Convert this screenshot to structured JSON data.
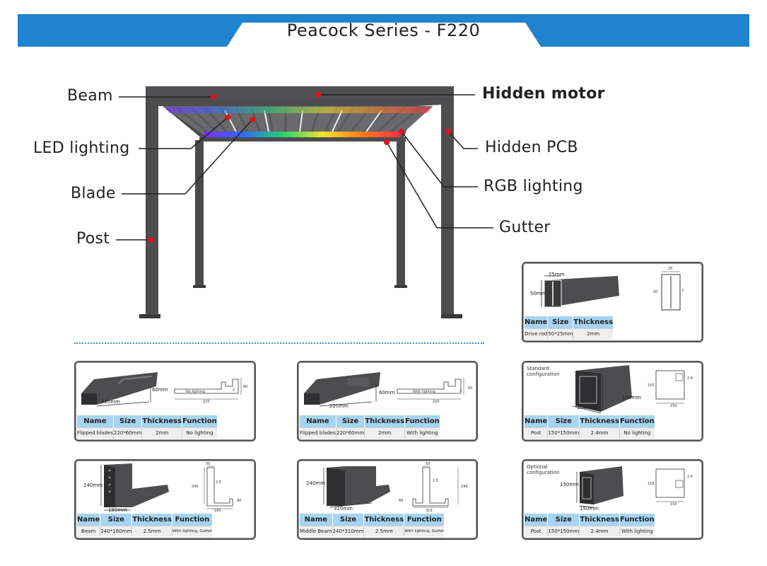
{
  "title": "Peacock Series - F220",
  "colors": {
    "banner": "#1f83cf",
    "frame": "#4d4d4f",
    "marker": "#e0121b",
    "header_fill": "#a7d4f1",
    "divider": "#2f8fd6"
  },
  "callouts": {
    "beam": "Beam",
    "led": "LED lighting",
    "blade": "Blade",
    "post": "Post",
    "motor": "Hidden motor",
    "pcb": "Hidden PCB",
    "rgb": "RGB lighting",
    "gutter": "Gutter"
  },
  "table_headers": {
    "name": "Name",
    "size": "Size",
    "thickness": "Thickness",
    "function": "Function"
  },
  "cards": {
    "drive_rod": {
      "name": "Drive rod",
      "size": "50*25mm",
      "thickness": "2mm",
      "dims": {
        "width": "25mm",
        "height": "50mm",
        "sec_top": "25",
        "sec_side": "50",
        "sec_thk": "2"
      }
    },
    "flipped_no": {
      "name": "Flipped blades",
      "size": "220*60mm",
      "thickness": "2mm",
      "function": "No lighting",
      "dims": {
        "width": "220mm",
        "height": "60mm",
        "sec_w": "220",
        "sec_h": "60",
        "sec_thk": "2",
        "sec_note": "No lighting"
      }
    },
    "flipped_with": {
      "name": "Flipped blades",
      "size": "220*60mm",
      "thickness": "2mm",
      "function": "With lighting",
      "dims": {
        "width": "220mm",
        "height": "60mm",
        "sec_w": "220",
        "sec_h": "60",
        "sec_thk": "2",
        "sec_note": "With lighting"
      }
    },
    "post_std": {
      "tag": "Standard configuration",
      "name": "Post",
      "size": "150*150mm",
      "thickness": "2.4mm",
      "function": "No lighting",
      "dims": {
        "width": "150mm",
        "height": "150mm",
        "sec_w": "150",
        "sec_h": "150",
        "sec_thk": "2.4"
      }
    },
    "beam": {
      "name": "Beam",
      "size": "240*180mm",
      "thickness": "2.5mm",
      "function": "With lighting, Gutter",
      "dims": {
        "width": "180mm",
        "height": "240mm",
        "sec_top": "50",
        "sec_h": "240",
        "sec_thk": "2.5",
        "sec_w": "180",
        "sec_side": "80"
      }
    },
    "middle_beam": {
      "name": "Middle Beam",
      "size": "240*310mm",
      "thickness": "2.5mm",
      "function": "With lighting, Gutter",
      "dims": {
        "width": "310mm",
        "height": "240mm",
        "sec_top": "50",
        "sec_h": "240",
        "sec_thk": "2.5",
        "sec_w": "310",
        "sec_side": "80"
      }
    },
    "post_opt": {
      "tag": "Optional configuration",
      "name": "Post",
      "size": "150*150mm",
      "thickness": "2.4mm",
      "function": "With lighting",
      "dims": {
        "width": "150mm",
        "height": "150mm",
        "sec_w": "150",
        "sec_h": "150",
        "sec_thk": "2.4"
      }
    }
  }
}
